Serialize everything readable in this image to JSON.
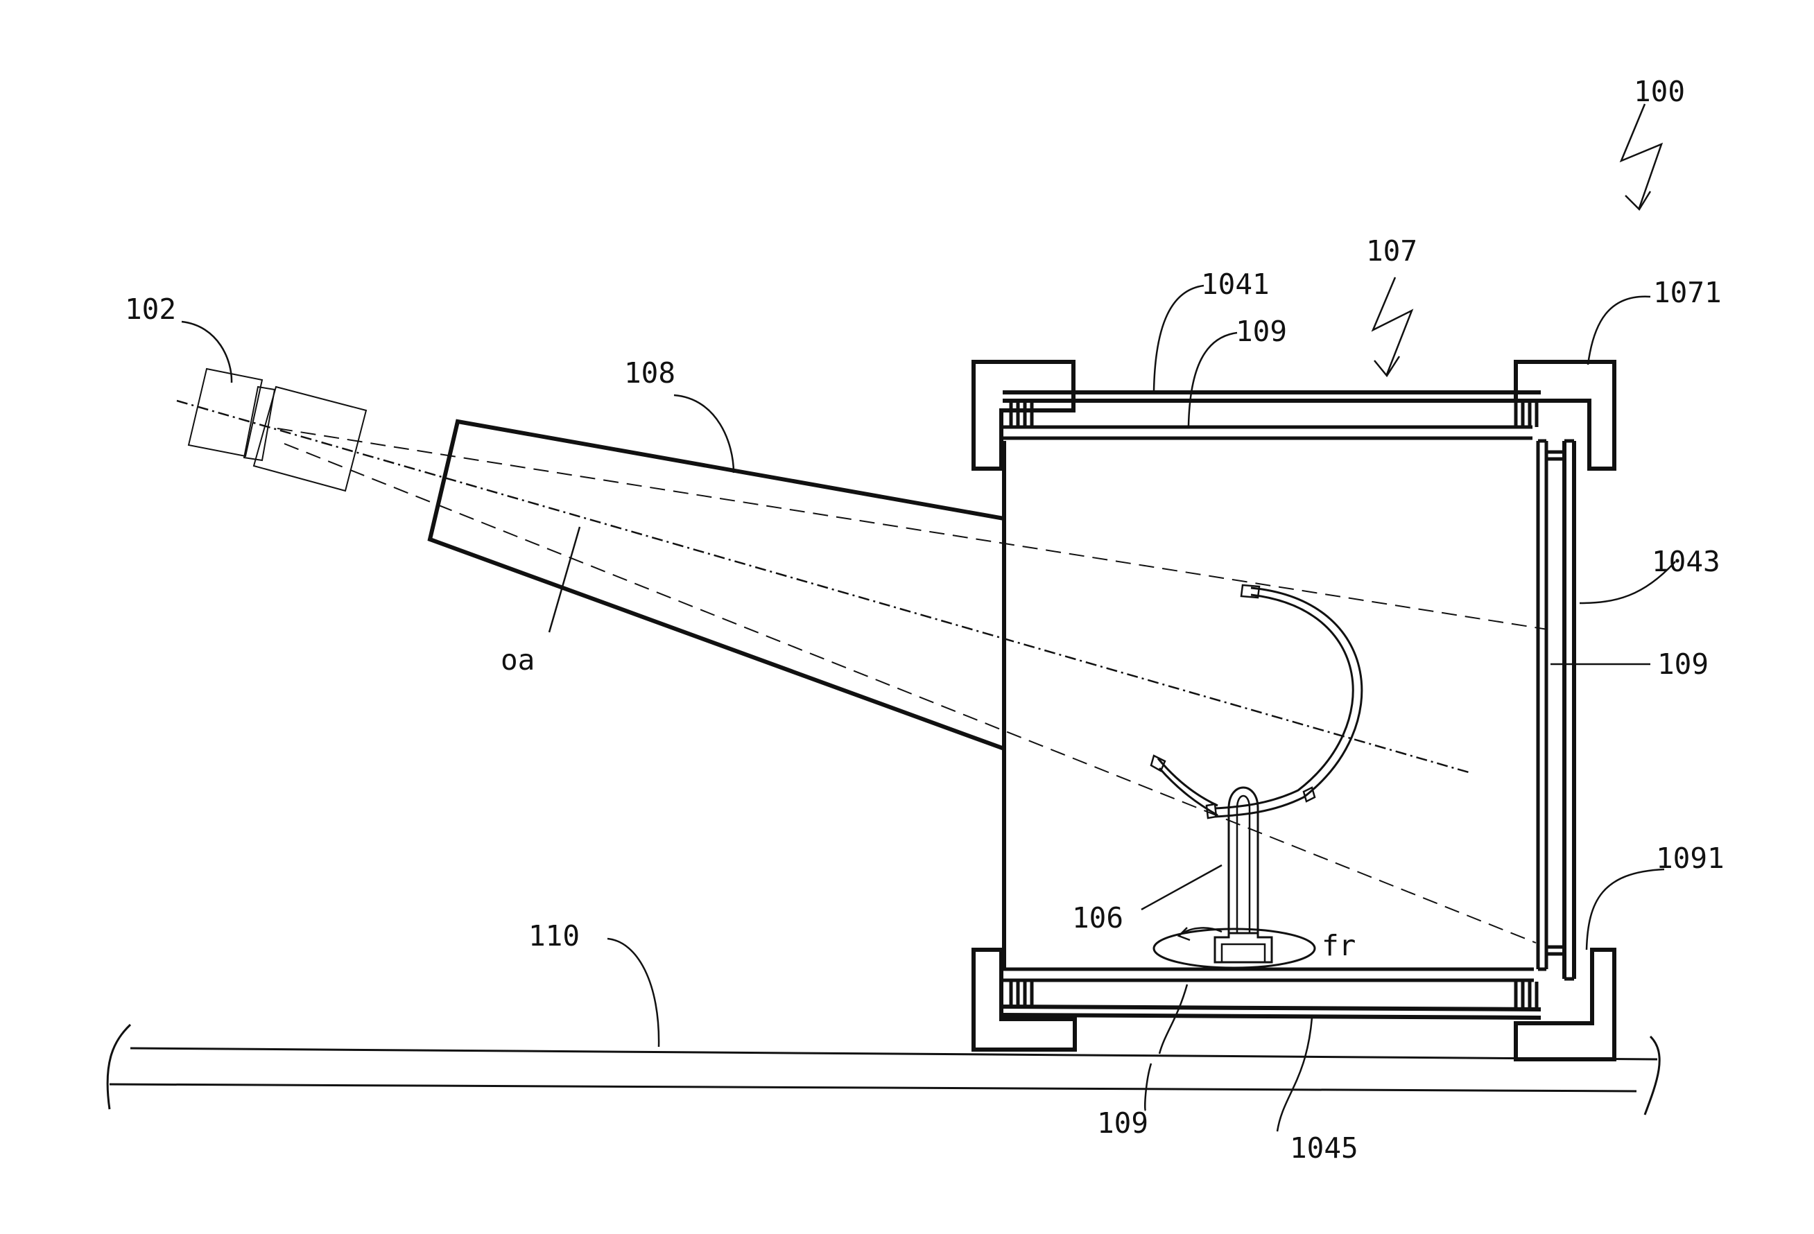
{
  "labels": {
    "l100": "100",
    "l102": "102",
    "l106": "106",
    "l107": "107",
    "l108": "108",
    "l109_top": "109",
    "l109_right": "109",
    "l109_bottom": "109",
    "l110": "110",
    "l1041": "1041",
    "l1043": "1043",
    "l1045": "1045",
    "l1071": "1071",
    "l1091": "1091",
    "oa": "oa",
    "fr": "fr"
  },
  "colors": {
    "ink": "#111111",
    "background": "#ffffff"
  }
}
